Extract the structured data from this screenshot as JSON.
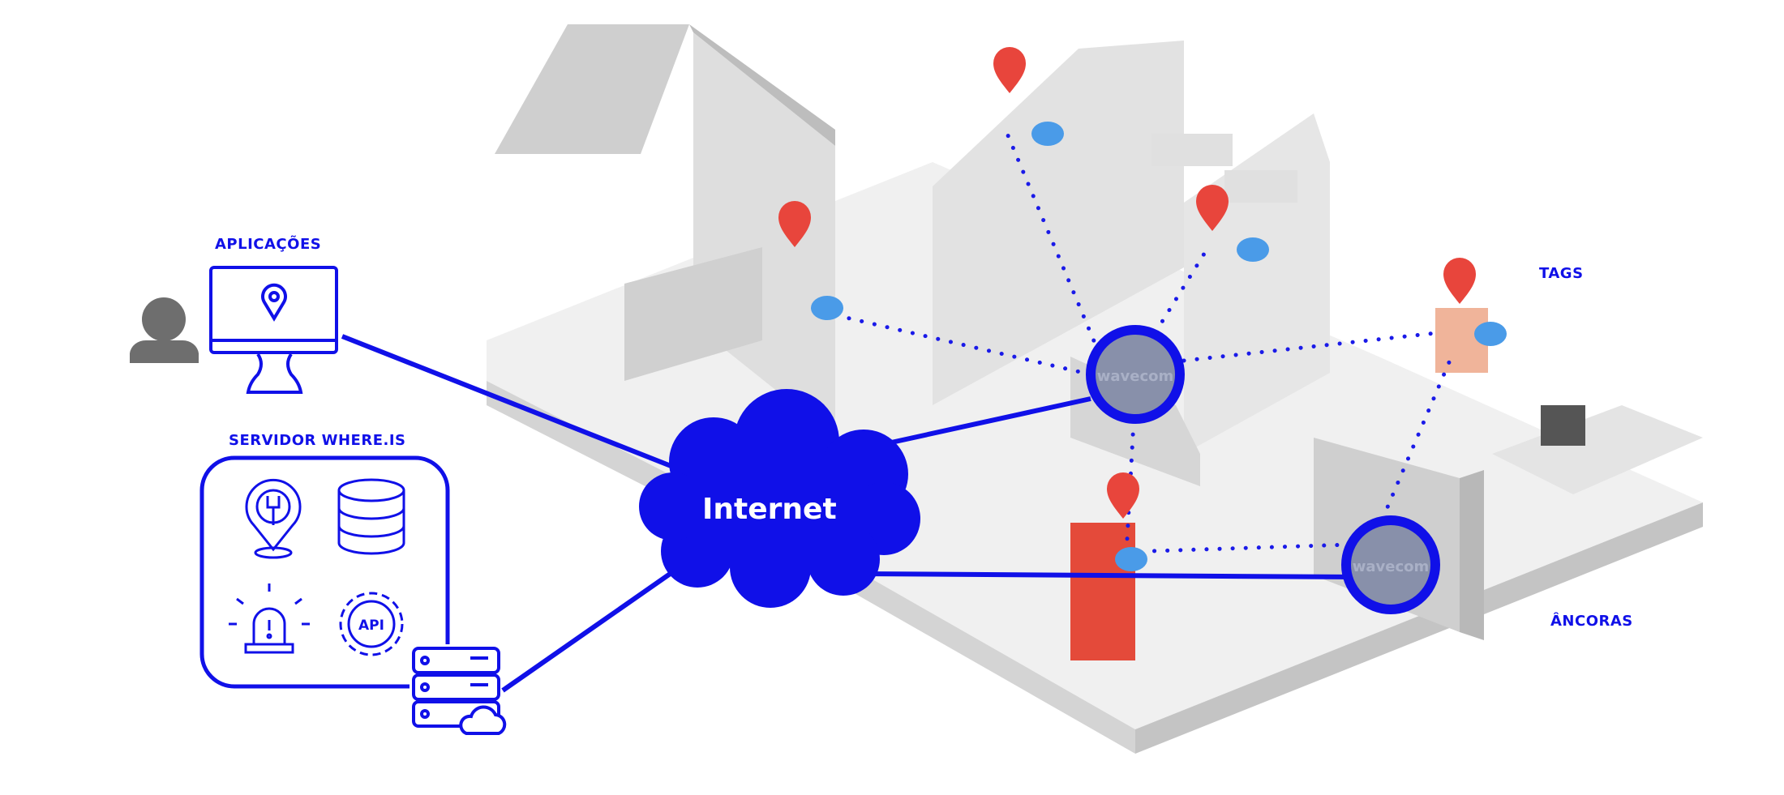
{
  "labels": {
    "applications": "APLICAÇÕES",
    "server": "SERVIDOR WHERE.IS",
    "internet": "Internet",
    "tags": "TAGS",
    "anchors": "ÂNCORAS"
  },
  "anchor_brand": "wavecom",
  "server_icons": [
    "gear-pin-icon",
    "database-icon",
    "alarm-icon",
    "api-gear-icon"
  ],
  "api_icon_text": "API",
  "colors": {
    "accent": "#1010e8",
    "tag_pin": "#e8453c",
    "tag_blob": "#4a9be8",
    "anchor_fill": "#8890aa",
    "person": "#6e6e6e",
    "building": "#d9d9d9"
  }
}
